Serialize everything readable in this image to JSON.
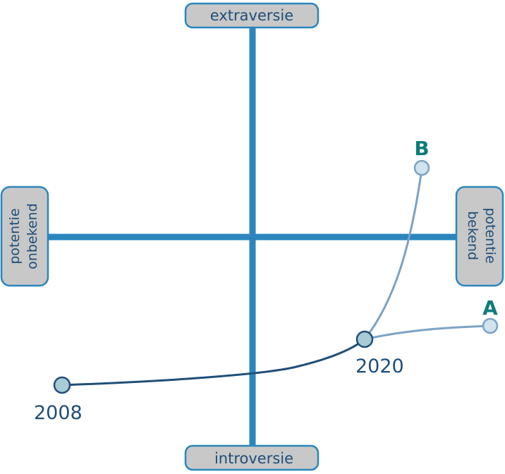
{
  "axes": {
    "top_label": "extraversie",
    "bottom_label": "introversie",
    "left_label_line1": "potentie",
    "left_label_line2": "onbekend",
    "right_label_line1": "potentie",
    "right_label_line2": "bekend"
  },
  "points": {
    "start_year": "2008",
    "mid_year": "2020",
    "option_a": "A",
    "option_b": "B"
  },
  "colors": {
    "axis": "#2a86bd",
    "box_fill": "#c8c8c8",
    "past_path": "#1f4e79",
    "future_path": "#7ba3c4",
    "node_fill_dark": "#a9cbd6",
    "node_fill_light": "#cfe4ee",
    "option_letter": "#0f7b7b",
    "text": "#1f4e79"
  }
}
